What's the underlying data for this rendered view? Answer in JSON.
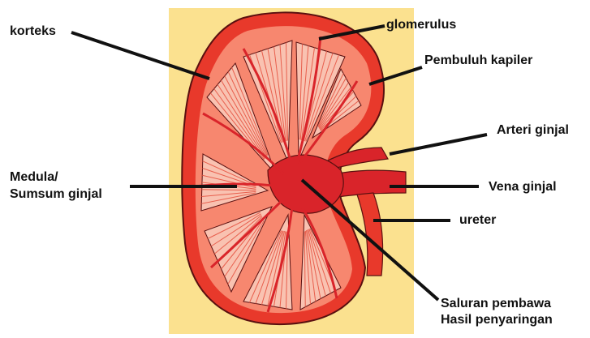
{
  "colors": {
    "background_panel": "#fbe18f",
    "kidney_outer": "#e8392b",
    "kidney_inner": "#f7876f",
    "pyramid": "#f9c2b1",
    "pyramid_line": "#e85f4d",
    "vessel": "#d9242a",
    "outline": "#5a1010",
    "leader_line": "#111111"
  },
  "labels": {
    "korteks": "korteks",
    "glomerulus": "glomerulus",
    "pembuluh_kapiler": "Pembuluh kapiler",
    "arteri_ginjal": "Arteri ginjal",
    "vena_ginjal": "Vena ginjal",
    "ureter": "ureter",
    "medula_line1": "Medula/",
    "medula_line2": "Sumsum ginjal",
    "saluran_line1": "Saluran pembawa",
    "saluran_line2": "Hasil penyaringan"
  }
}
